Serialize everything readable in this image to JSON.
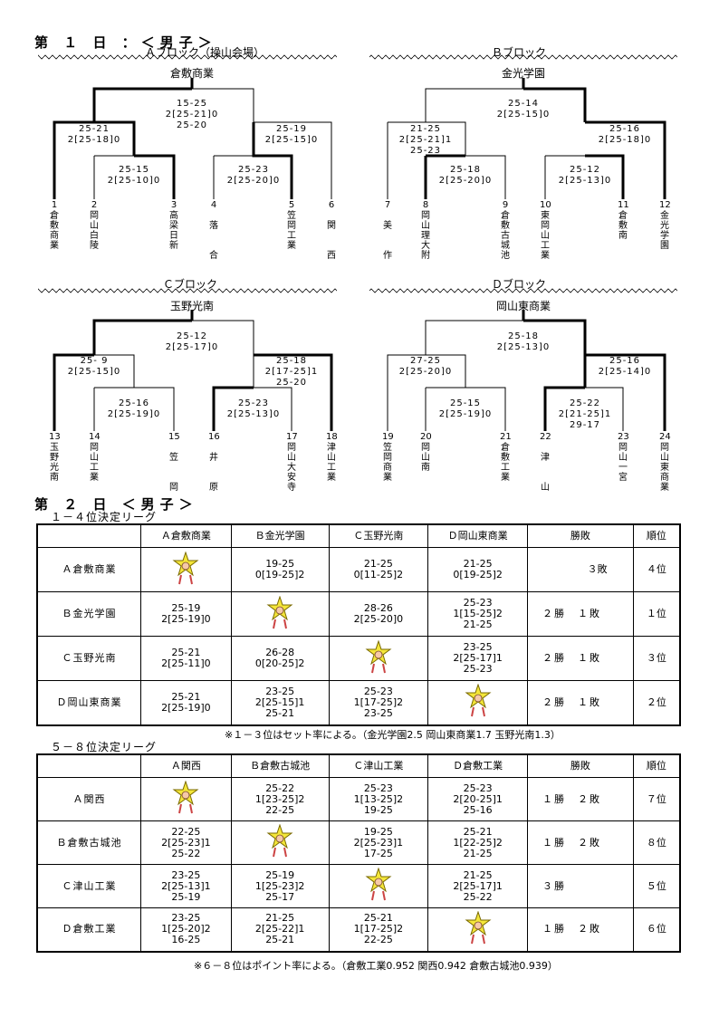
{
  "day1": {
    "title": "第 １ 日 ：＜男子＞",
    "blocks": [
      {
        "title": "Ａブロック（操山会場）",
        "winner": "倉敷商業",
        "final_score": "15-25\n2[25-21]0\n25-20",
        "left_semi": "25-21\n2[25-18]0",
        "right_semi": "25-19\n2[25-15]0",
        "left_qf": "25-15\n2[25-10]0",
        "right_qf": "25-23\n2[25-20]0",
        "teams": [
          {
            "num": "1",
            "name": "倉敷商業"
          },
          {
            "num": "2",
            "name": "岡山白陵"
          },
          {
            "num": "3",
            "name": "高梁日新"
          },
          {
            "num": "4",
            "name": "落合"
          },
          {
            "num": "5",
            "name": "笠岡工業"
          },
          {
            "num": "6",
            "name": "関西"
          }
        ]
      },
      {
        "title": "Ｂブロック",
        "winner": "金光学園",
        "final_score": "25-14\n2[25-15]0",
        "left_semi": "21-25\n2[25-21]1\n25-23",
        "right_semi": "25-16\n2[25-18]0",
        "left_qf": "25-18\n2[25-20]0",
        "right_qf": "25-12\n2[25-13]0",
        "teams": [
          {
            "num": "7",
            "name": "美作"
          },
          {
            "num": "8",
            "name": "岡山理大附"
          },
          {
            "num": "9",
            "name": "倉敷古城池"
          },
          {
            "num": "10",
            "name": "東岡山工業"
          },
          {
            "num": "11",
            "name": "倉敷南"
          },
          {
            "num": "12",
            "name": "金光学園"
          }
        ]
      },
      {
        "title": "Ｃブロック",
        "winner": "玉野光南",
        "final_score": "25-12\n2[25-17]0",
        "left_semi": "25- 9\n2[25-15]0",
        "right_semi": "25-18\n2[17-25]1\n25-20",
        "left_qf": "25-16\n2[25-19]0",
        "right_qf": "25-23\n2[25-13]0",
        "teams": [
          {
            "num": "13",
            "name": "玉野光南"
          },
          {
            "num": "14",
            "name": "岡山工業"
          },
          {
            "num": "15",
            "name": "笠岡"
          },
          {
            "num": "16",
            "name": "井原"
          },
          {
            "num": "17",
            "name": "岡山大安寺"
          },
          {
            "num": "18",
            "name": "津山工業"
          }
        ]
      },
      {
        "title": "Ｄブロック",
        "winner": "岡山東商業",
        "final_score": "25-18\n2[25-13]0",
        "left_semi": "27-25\n2[25-20]0",
        "right_semi": "25-16\n2[25-14]0",
        "left_qf": "25-15\n2[25-19]0",
        "right_qf": "25-22\n2[21-25]1\n29-17",
        "teams": [
          {
            "num": "19",
            "name": "笠岡商業"
          },
          {
            "num": "20",
            "name": "岡山南"
          },
          {
            "num": "21",
            "name": "倉敷工業"
          },
          {
            "num": "22",
            "name": "津山"
          },
          {
            "num": "23",
            "name": "岡山一宮"
          },
          {
            "num": "24",
            "name": "岡山東商業"
          }
        ]
      }
    ]
  },
  "day2": {
    "title": "第 ２ 日 ＜男子＞",
    "league1": {
      "title": "１－４位決定リーグ",
      "headers": [
        "Ａ倉敷商業",
        "Ｂ金光学園",
        "Ｃ玉野光南",
        "Ｄ岡山東商業",
        "勝敗",
        "順位"
      ],
      "rows": [
        {
          "name": "Ａ倉敷商業",
          "cells": [
            "",
            "19-25\n0[19-25]2",
            "21-25\n0[11-25]2",
            "21-25\n0[19-25]2"
          ],
          "record": "３敗",
          "rank": "４位"
        },
        {
          "name": "Ｂ金光学園",
          "cells": [
            "25-19\n2[25-19]0",
            "",
            "28-26\n2[25-20]0",
            "25-23\n1[15-25]2\n21-25"
          ],
          "record": "２勝　１敗",
          "rank": "１位"
        },
        {
          "name": "Ｃ玉野光南",
          "cells": [
            "25-21\n2[25-11]0",
            "26-28\n0[20-25]2",
            "",
            "23-25\n2[25-17]1\n25-23"
          ],
          "record": "２勝　１敗",
          "rank": "３位"
        },
        {
          "name": "Ｄ岡山東商業",
          "cells": [
            "25-21\n2[25-19]0",
            "23-25\n2[25-15]1\n25-21",
            "25-23\n1[17-25]2\n23-25",
            ""
          ],
          "record": "２勝　１敗",
          "rank": "２位"
        }
      ],
      "note": "※１－３位はセット率による。（金光学園2.5 岡山東商業1.7 玉野光南1.3）"
    },
    "league2": {
      "title": "５－８位決定リーグ",
      "headers": [
        "Ａ関西",
        "Ｂ倉敷古城池",
        "Ｃ津山工業",
        "Ｄ倉敷工業",
        "勝敗",
        "順位"
      ],
      "rows": [
        {
          "name": "Ａ関西",
          "cells": [
            "",
            "25-22\n1[23-25]2\n22-25",
            "25-23\n1[13-25]2\n19-25",
            "25-23\n2[20-25]1\n25-16"
          ],
          "record": "１勝　２敗",
          "rank": "７位"
        },
        {
          "name": "Ｂ倉敷古城池",
          "cells": [
            "22-25\n2[25-23]1\n25-22",
            "",
            "19-25\n2[25-23]1\n17-25",
            "25-21\n1[22-25]2\n21-25"
          ],
          "record": "１勝　２敗",
          "rank": "８位"
        },
        {
          "name": "Ｃ津山工業",
          "cells": [
            "23-25\n2[25-13]1\n25-19",
            "25-19\n1[25-23]2\n25-17",
            "",
            "21-25\n2[25-17]1\n25-22"
          ],
          "record": "３勝",
          "rank": "５位"
        },
        {
          "name": "Ｄ倉敷工業",
          "cells": [
            "23-25\n1[25-20]2\n16-25",
            "21-25\n2[25-22]1\n25-21",
            "25-21\n1[17-25]2\n22-25",
            ""
          ],
          "record": "１勝　２敗",
          "rank": "６位"
        }
      ],
      "note": "※６－８位はポイント率による。（倉敷工業0.952 関西0.942 倉敷古城池0.939）"
    }
  }
}
